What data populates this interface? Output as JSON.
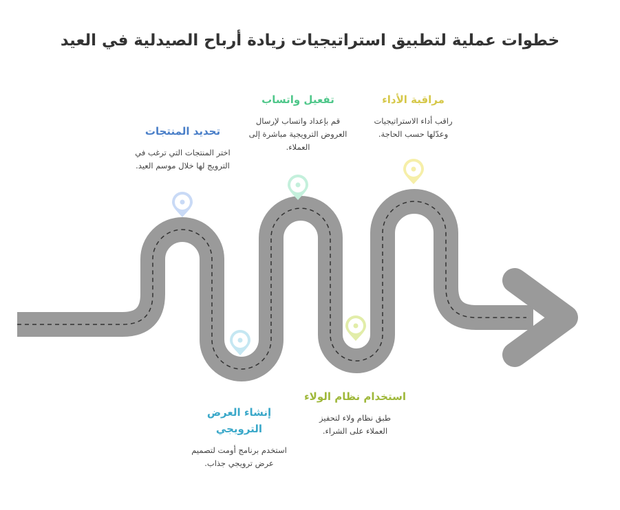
{
  "title": "خطوات عملية لتطبيق استراتيجيات زيادة أرباح الصيدلية في العيد",
  "colors": {
    "road": "#9a9a9a",
    "dash": "#333333",
    "blue": "#4a7fc8",
    "teal": "#3aa8c9",
    "green": "#4fc78a",
    "olive": "#9fb83a",
    "yellow": "#d6c84a"
  },
  "steps": [
    {
      "title": "تحديد المنتجات",
      "desc": "اختر المنتجات التي ترغب في الترويج لها خلال موسم العيد.",
      "color": "#4a7fc8",
      "pin_color": "#c9daf6"
    },
    {
      "title": "إنشاء العرض الترويجي",
      "desc": "استخدم برنامج أومت لتصميم عرض ترويجي جذاب.",
      "color": "#3aa8c9",
      "pin_color": "#c5e7f2"
    },
    {
      "title": "تفعيل واتساب",
      "desc": "قم بإعداد واتساب لإرسال العروض الترويجية مباشرة إلى العملاء.",
      "color": "#4fc78a",
      "pin_color": "#c4f0dc"
    },
    {
      "title": "استخدام نظام الولاء",
      "desc": "طبق نظام ولاء لتحفيز العملاء على الشراء.",
      "color": "#9fb83a",
      "pin_color": "#e2eda9"
    },
    {
      "title": "مراقبة الأداء",
      "desc": "راقب أداء الاستراتيجيات وعدّلها حسب الحاجة.",
      "color": "#d6c84a",
      "pin_color": "#f6efa9"
    }
  ]
}
